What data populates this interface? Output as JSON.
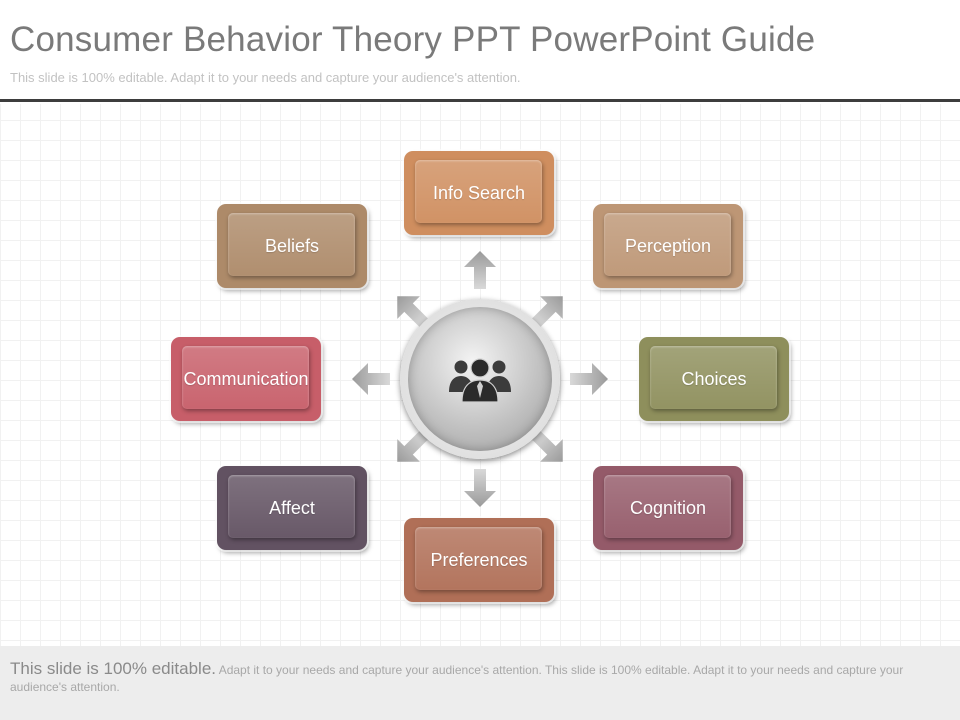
{
  "slide": {
    "title": "Consumer Behavior Theory PPT PowerPoint Guide",
    "subtitle": "This slide is 100% editable. Adapt it to your needs and capture your audience's attention."
  },
  "diagram": {
    "nodes": [
      {
        "label": "Info Search",
        "color": "#cf8e5f"
      },
      {
        "label": "Perception",
        "color": "#bd9675"
      },
      {
        "label": "Choices",
        "color": "#8e8f5c"
      },
      {
        "label": "Cognition",
        "color": "#945a69"
      },
      {
        "label": "Preferences",
        "color": "#b06f57"
      },
      {
        "label": "Affect",
        "color": "#625262"
      },
      {
        "label": "Communication",
        "color": "#c75e69"
      },
      {
        "label": "Beliefs",
        "color": "#ad8a69"
      }
    ],
    "center_icon": "people-group-icon",
    "arrow_color": "#9e9e9e"
  },
  "footer": {
    "lead": "This slide is 100% editable.",
    "text": "Adapt it to your needs and capture your audience's attention. This slide is 100% editable. Adapt it to your needs and capture your audience's attention."
  }
}
